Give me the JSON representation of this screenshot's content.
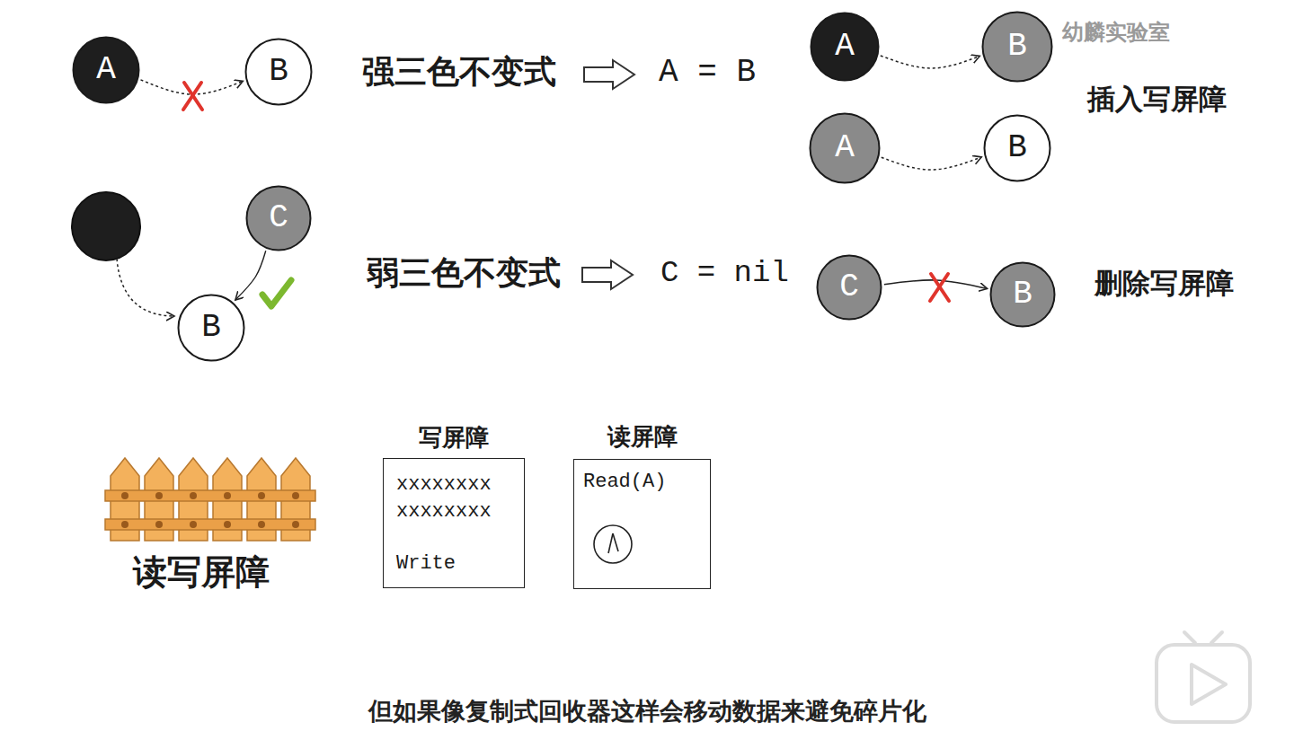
{
  "diagram": {
    "caption": "但如果像复制式回收器这样会移动数据来避免碎片化",
    "nodes": [
      {
        "text": [
          "A"
        ]
      },
      {
        "text": [
          "B"
        ]
      },
      {
        "text": [
          "A"
        ]
      },
      {
        "text": [
          "B"
        ]
      },
      {
        "text": [
          "A"
        ]
      },
      {
        "text": [
          "B"
        ]
      },
      {
        "text": [
          "C"
        ]
      },
      {
        "text": [
          "B"
        ]
      },
      {
        "text": [
          "C"
        ]
      },
      {
        "text": [
          "B"
        ]
      },
      {
        "text": [
          "写屏障",
          "xxxxxxxx xxxxxxxx",
          "Write"
        ]
      },
      {
        "text": [
          "读屏障",
          "Read(A)"
        ]
      }
    ],
    "edges": [
      {
        "from": 0,
        "to": 1,
        "arrow": "to"
      },
      {
        "from": 2,
        "to": 3,
        "arrow": "to"
      },
      {
        "from": 4,
        "to": 5,
        "arrow": "to"
      },
      {
        "from": 6,
        "to": 7,
        "arrow": "to"
      },
      {
        "from": 8,
        "to": 9,
        "arrow": "to"
      }
    ],
    "labels": [
      "强三色不变式",
      "A = B",
      "插入写屏障",
      "弱三色不变式",
      "C = nil",
      "删除写屏障",
      "读写屏障",
      "幼麟实验室"
    ]
  }
}
